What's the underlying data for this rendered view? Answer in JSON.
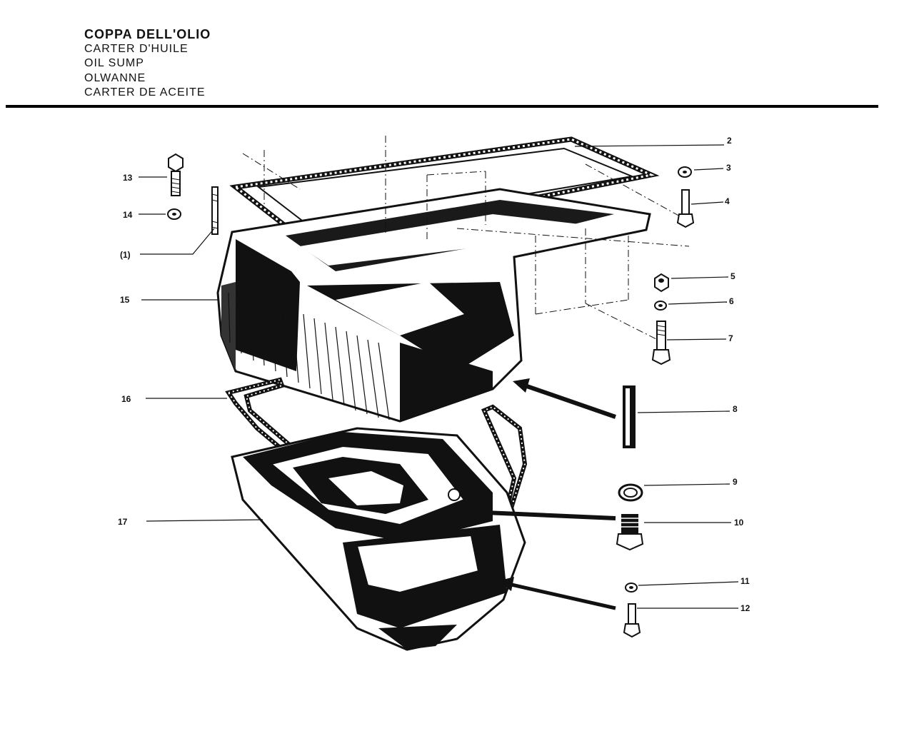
{
  "header": {
    "lines": [
      "COPPA DELL'OLIO",
      "CARTER D'HUILE",
      "OIL SUMP",
      "OLWANNE",
      "CARTER DE ACEITE"
    ]
  },
  "callouts": {
    "c1": "(1)",
    "c2": "2",
    "c3": "3",
    "c4": "4",
    "c5": "5",
    "c6": "6",
    "c7": "7",
    "c8": "8",
    "c9": "9",
    "c10": "10",
    "c11": "11",
    "c12": "12",
    "c13": "13",
    "c14": "14",
    "c15": "15",
    "c16": "16",
    "c17": "17"
  },
  "colors": {
    "ink": "#111111",
    "paper": "#ffffff"
  }
}
